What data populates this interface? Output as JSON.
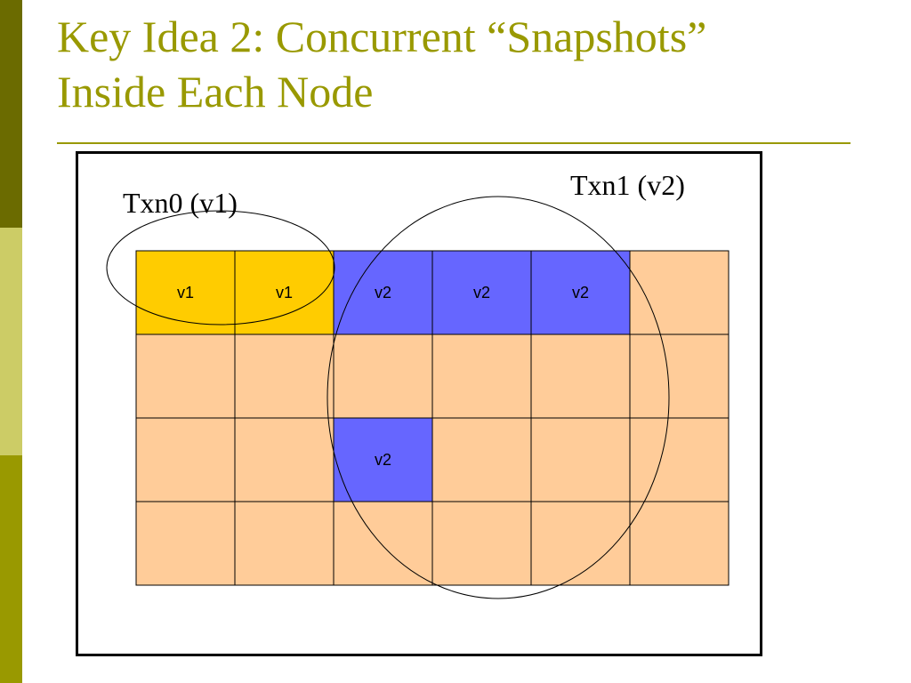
{
  "title": {
    "line1": "Key Idea 2: Concurrent “Snapshots”",
    "line2": "Inside Each Node"
  },
  "colors": {
    "sidebar_dark": "#6b6b00",
    "sidebar_light": "#cccc66",
    "sidebar_mid": "#999900",
    "title": "#999900",
    "cell_empty": "#ffcc99",
    "cell_v1": "#ffcc00",
    "cell_v2": "#6666ff"
  },
  "diagram": {
    "rows": 4,
    "cols": 6,
    "cells": [
      [
        "v1",
        "v1",
        "v2",
        "v2",
        "v2",
        ""
      ],
      [
        "",
        "",
        "",
        "",
        "",
        ""
      ],
      [
        "",
        "",
        "v2",
        "",
        "",
        ""
      ],
      [
        "",
        "",
        "",
        "",
        "",
        ""
      ]
    ],
    "txn0_label": "Txn0 (v1)",
    "txn1_label": "Txn1 (v2)"
  }
}
